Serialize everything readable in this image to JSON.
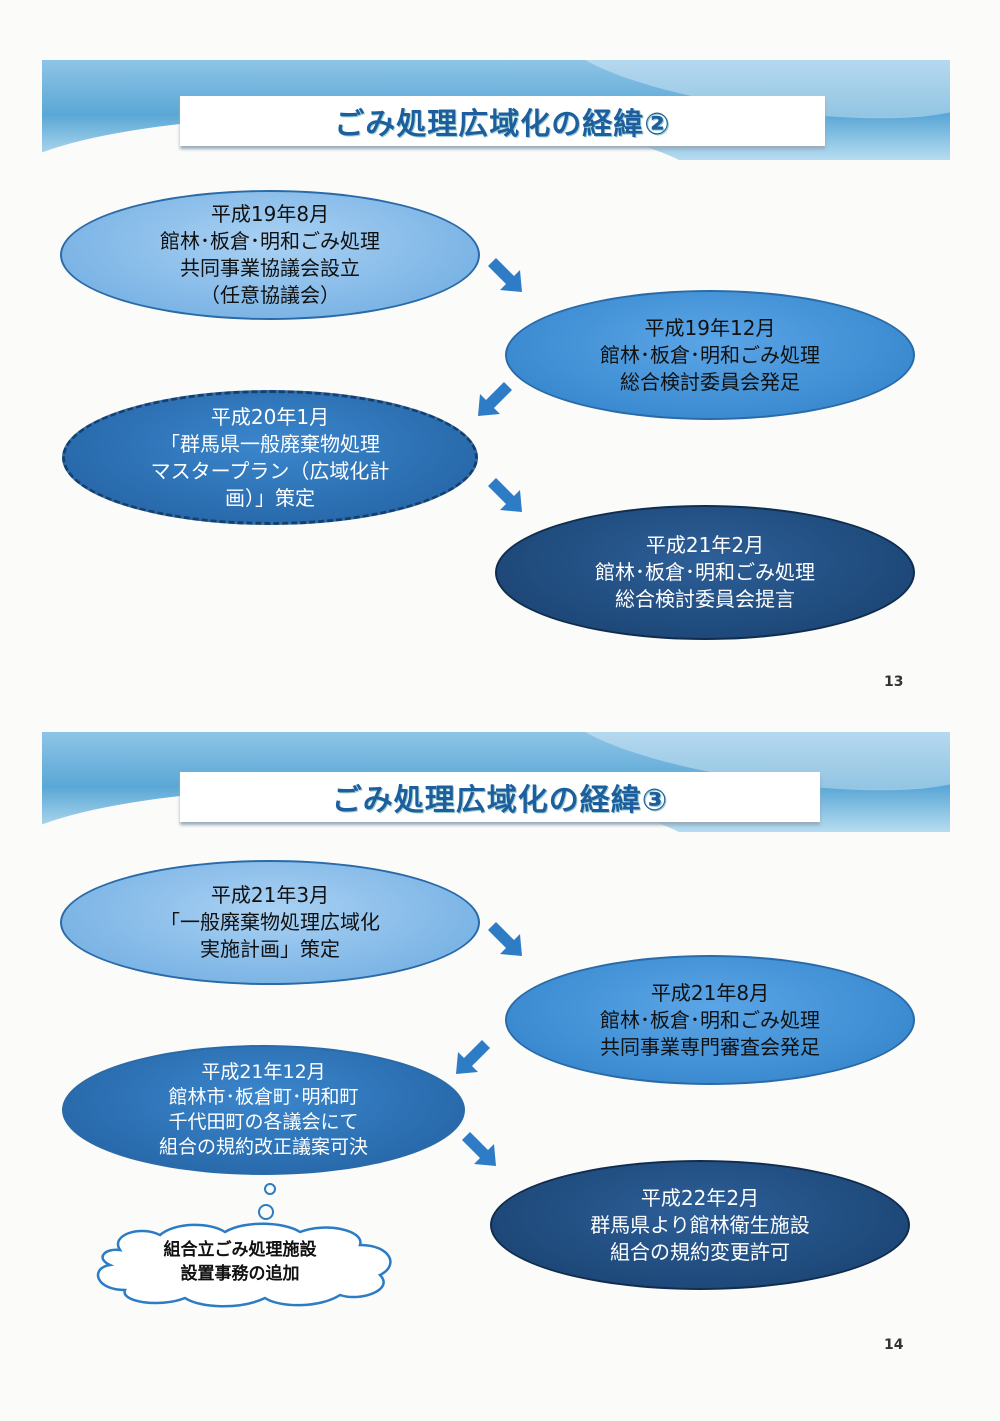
{
  "slides": [
    {
      "title": "ごみ処理広域化の経緯②",
      "steps": [
        {
          "lines": [
            "平成19年8月",
            "館林･板倉･明和ごみ処理",
            "共同事業協議会設立",
            "（任意協議会）"
          ]
        },
        {
          "lines": [
            "平成19年12月",
            "館林･板倉･明和ごみ処理",
            "総合検討委員会発足"
          ]
        },
        {
          "lines": [
            "平成20年1月",
            "「群馬県一般廃棄物処理",
            "マスタープラン（広域化計",
            "画）」策定"
          ]
        },
        {
          "lines": [
            "平成21年2月",
            "館林･板倉･明和ごみ処理",
            "総合検討委員会提言"
          ]
        }
      ],
      "page_number": "13"
    },
    {
      "title": "ごみ処理広域化の経緯③",
      "steps": [
        {
          "lines": [
            "平成21年3月",
            "「一般廃棄物処理広域化",
            "実施計画」策定"
          ]
        },
        {
          "lines": [
            "平成21年8月",
            "館林･板倉･明和ごみ処理",
            "共同事業専門審査会発足"
          ]
        },
        {
          "lines": [
            "平成21年12月",
            "館林市･板倉町･明和町",
            "千代田町の各議会にて",
            "組合の規約改正議案可決"
          ]
        },
        {
          "lines": [
            "平成22年2月",
            "群馬県より館林衛生施設",
            "組合の規約変更許可"
          ]
        }
      ],
      "note": {
        "lines": [
          "組合立ごみ処理施設",
          "設置事務の追加"
        ]
      },
      "page_number": "14"
    }
  ]
}
